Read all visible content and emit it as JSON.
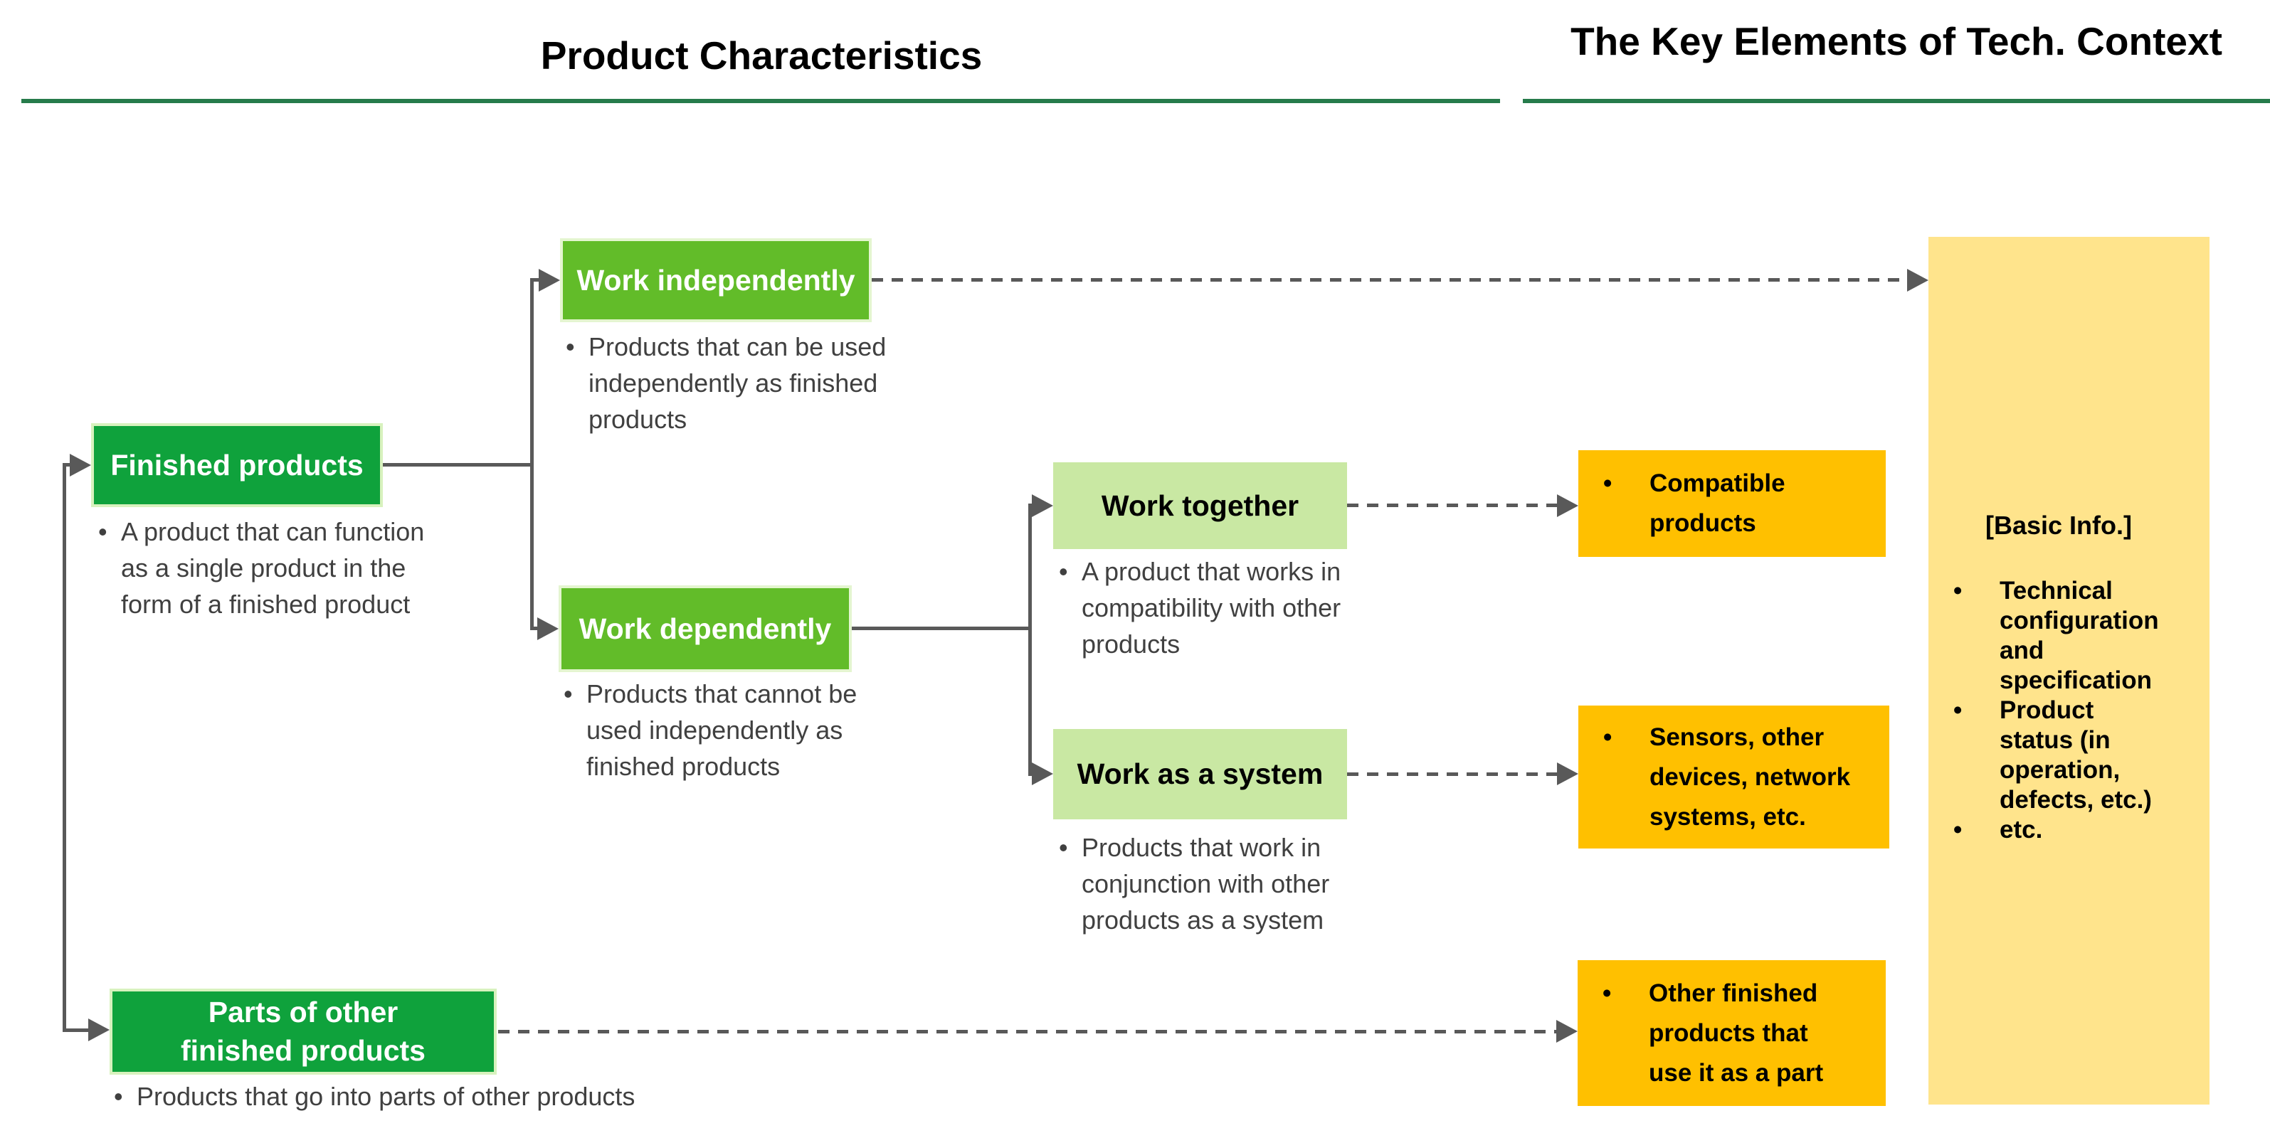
{
  "ui": {
    "bullet": "•"
  },
  "header": {
    "left_title": "Product Characteristics",
    "right_title": "The Key Elements of Tech. Context"
  },
  "palette": {
    "dark_green": "#0FA23C",
    "bright_green": "#62BC29",
    "light_green": "#C9E8A3",
    "gold": "#FFC000",
    "light_gold": "#FFE48C",
    "connector_gray": "#595959",
    "underline_green": "#267B4B"
  },
  "product_tree": {
    "finished_products": {
      "label": "Finished products",
      "description": "A product that can function\nas a single product in the\nform of a finished product"
    },
    "work_independently": {
      "label": "Work independently",
      "description": "Products that can be used\nindependently as finished\nproducts"
    },
    "work_dependently": {
      "label": "Work dependently",
      "description": "Products that cannot be\nused independently as\nfinished products"
    },
    "work_together": {
      "label": "Work together",
      "description": "A product that works in\ncompatibility with other\nproducts"
    },
    "work_as_system": {
      "label": "Work as a system",
      "description": "Products that work in\nconjunction with other\nproducts as a system"
    },
    "parts_of_other": {
      "label": "Parts of other\nfinished products",
      "description": "Products that go into parts of other products"
    }
  },
  "tech_context": {
    "compatible_products": {
      "label": "Compatible\nproducts"
    },
    "system_elements": {
      "label": "Sensors, other\ndevices, network\nsystems, etc."
    },
    "other_finished_products": {
      "label": "Other finished\nproducts that\nuse it as a part"
    },
    "basic_info": {
      "header": "[Basic Info.]",
      "items": [
        "Technical\nconfiguration\nand\nspecification",
        "Product\nstatus (in\noperation,\ndefects, etc.)",
        "etc."
      ]
    }
  }
}
